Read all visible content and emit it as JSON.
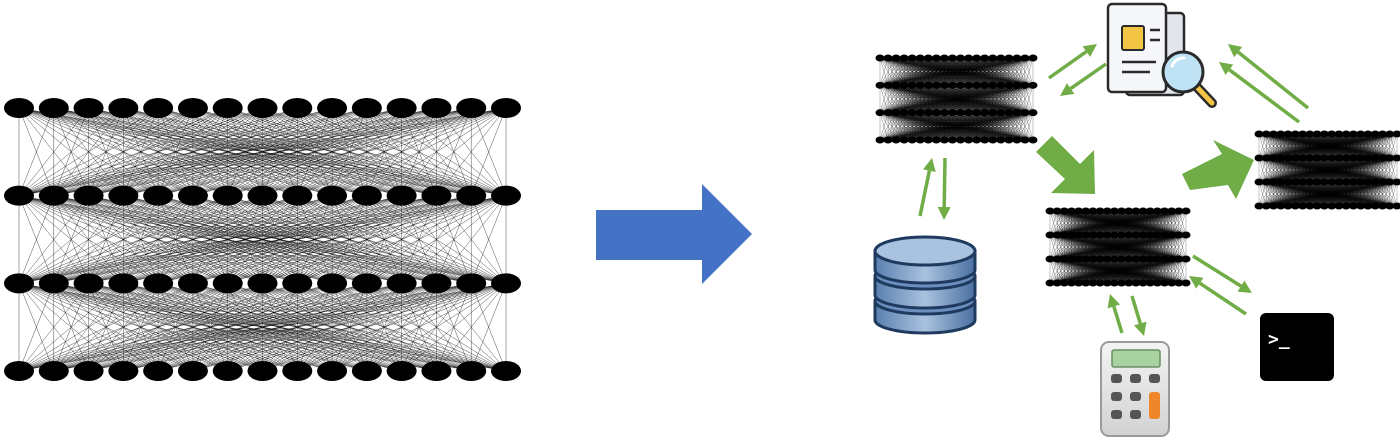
{
  "diagram": {
    "left": {
      "kind": "dense-neural-network",
      "layers": 4,
      "neurons_per_layer": 15
    },
    "transition_arrow": {
      "color": "#4472c4",
      "direction": "right"
    },
    "right": {
      "networks": [
        {
          "id": "net-a",
          "layers": 4,
          "neurons_per_layer": 20
        },
        {
          "id": "net-b",
          "layers": 4,
          "neurons_per_layer": 20
        },
        {
          "id": "net-c",
          "layers": 4,
          "neurons_per_layer": 20
        }
      ],
      "tools": [
        {
          "id": "database",
          "icon": "database-icon"
        },
        {
          "id": "document-search",
          "icon": "document-search-icon"
        },
        {
          "id": "calculator",
          "icon": "calculator-icon"
        },
        {
          "id": "terminal",
          "icon": "terminal-icon",
          "prompt_glyph": ">_"
        }
      ],
      "flow_arrows": [
        {
          "from": "net-a",
          "to": "net-b",
          "style": "thick"
        },
        {
          "from": "net-b",
          "to": "net-c",
          "style": "thick"
        }
      ],
      "exchange_links": [
        {
          "network": "net-a",
          "tool": "database"
        },
        {
          "network": "net-a",
          "tool": "document-search"
        },
        {
          "network": "net-c",
          "tool": "document-search"
        },
        {
          "network": "net-b",
          "tool": "calculator"
        },
        {
          "network": "net-b",
          "tool": "terminal"
        }
      ],
      "arrow_color": "#70ad47"
    }
  }
}
